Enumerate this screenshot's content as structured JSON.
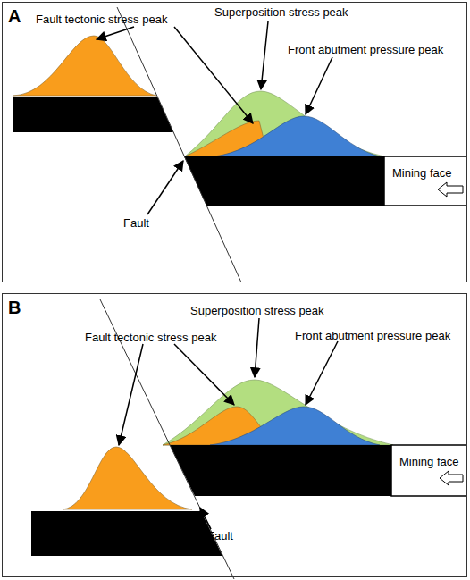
{
  "diagram": {
    "nodes": [
      {
        "text": [
          "A"
        ]
      },
      {
        "text": [
          "Mining face"
        ],
        "in": 0
      },
      {
        "text": [
          "B"
        ]
      },
      {
        "text": [
          "Mining face"
        ],
        "in": 2
      }
    ],
    "labels": [
      "Fault tectonic stress peak",
      "Superposition stress peak",
      "Front abutment pressure peak",
      "Fault",
      "Superposition stress peak",
      "Fault tectonic stress peak",
      "Front abutment pressure peak",
      "Fault"
    ]
  }
}
